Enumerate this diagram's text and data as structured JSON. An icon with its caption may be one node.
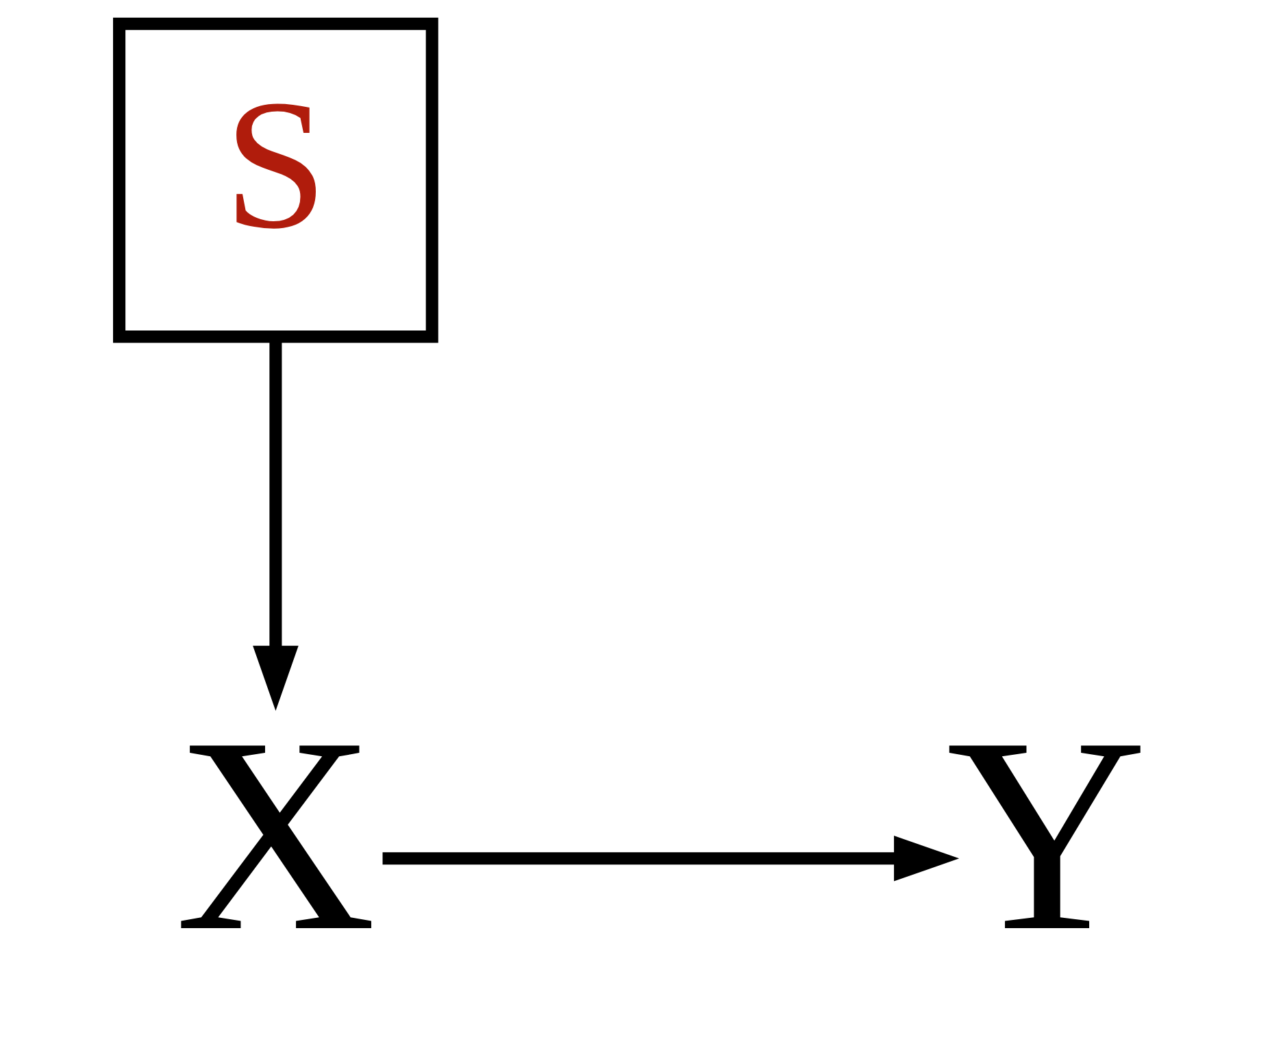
{
  "diagram": {
    "nodes": [
      {
        "text": [
          "S"
        ]
      },
      {
        "text": [
          "X"
        ]
      },
      {
        "text": [
          "Y"
        ]
      }
    ],
    "edges": [
      {
        "from": 0,
        "to": 1,
        "arrow": "to"
      },
      {
        "from": 1,
        "to": 2,
        "arrow": "to"
      }
    ]
  }
}
